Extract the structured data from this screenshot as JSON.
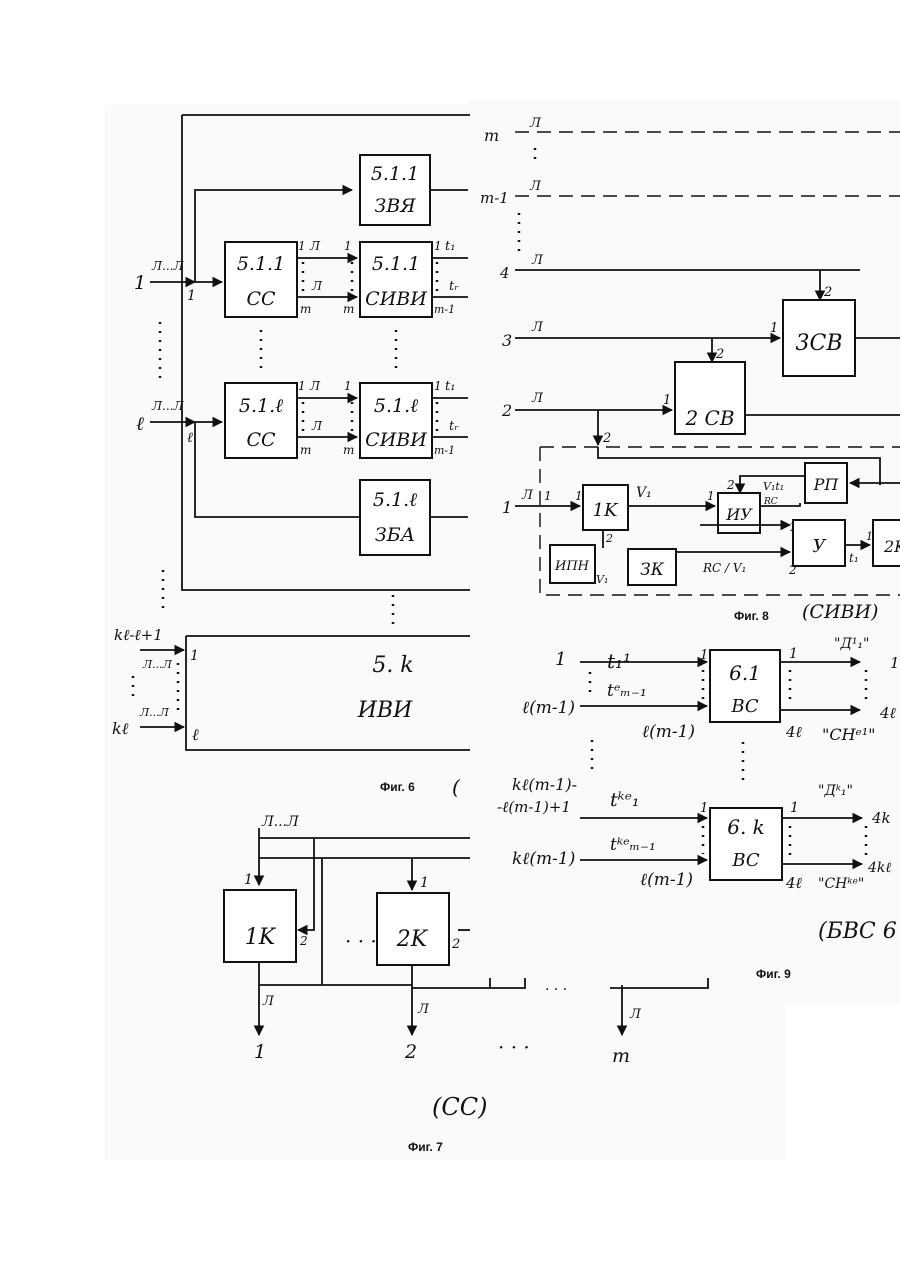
{
  "fig6": {
    "caption": "Фиг. 6",
    "top_block": [
      "5.1.1",
      "ЗВЯ"
    ],
    "bottom_block": [
      "5.1.ℓ",
      "ЗБА"
    ],
    "cc1": [
      "5.1.1",
      "CC"
    ],
    "cc2": [
      "5.1.ℓ",
      "CC"
    ],
    "sivi1": [
      "5.1.1",
      "СИВИ"
    ],
    "sivi2": [
      "5.1.ℓ",
      "СИВИ"
    ],
    "ivi": [
      "5. k",
      "ИВИ"
    ],
    "input_1": "1",
    "input_l": "ℓ",
    "input_kl_start": "kℓ-ℓ+1",
    "input_kl": "kℓ",
    "pulse": "Л...Л",
    "port_1": "1",
    "port_l": "ℓ",
    "port_m": "m",
    "port_m1": "m-1",
    "port_t1": "t₁",
    "port_tr": "tᵣ",
    "bracket": "("
  },
  "fig7": {
    "caption": "Фиг. 7",
    "label": "(CC)",
    "k1": "1K",
    "k2": "2K",
    "pulse": "Л...Л",
    "pulse_single": "Л",
    "out_1": "1",
    "out_2": "2",
    "out_m": "m",
    "port_1": "1",
    "port_2": "2",
    "dots": "· · ·"
  },
  "fig8": {
    "caption": "Фиг. 8",
    "label": "(СИВИ)",
    "blocks": {
      "csv3": "3CB",
      "csv2": "2 CB",
      "k1": "1K",
      "iu": "ИУ",
      "rp": "РП",
      "u": "У",
      "k2": "2K",
      "ipn": "ИПН",
      "zk": "ЗК"
    },
    "inputs": [
      "m",
      "m-1",
      "4",
      "3",
      "2",
      "1"
    ],
    "pulse": "Л",
    "v1": "V₁",
    "v1t1": "V₁t₁",
    "rc": "RC",
    "rc_v1": "RC / V₁",
    "t1": "t₁",
    "port_1": "1",
    "port_2": "2"
  },
  "fig9": {
    "caption": "Фиг. 9",
    "label": "(БВС 6",
    "block1": [
      "6.1",
      "BC"
    ],
    "block2": [
      "6. k",
      "BC"
    ],
    "in_1": "1",
    "in_lm1": "ℓ(m-1)",
    "in_klm1": "kℓ(m-1)-",
    "in_klm1b": "-ℓ(m-1)+1",
    "in_klm1c": "kℓ(m-1)",
    "t11": "t₁¹",
    "tlm1": "tᵉₘ₋₁",
    "tkl1": "tᵏᵉ₁",
    "tklm1": "tᵏᵉₘ₋₁",
    "d11": "\"Д¹₁\"",
    "chl": "\"CHᵉ¹\"",
    "dk1": "\"Дᵏ₁\"",
    "chkl": "\"CHᵏᵉ\"",
    "out_1": "1",
    "out_4l": "4ℓ",
    "out_4k": "4k",
    "out_4kl": "4kℓ",
    "lm1": "ℓ(m-1)"
  }
}
